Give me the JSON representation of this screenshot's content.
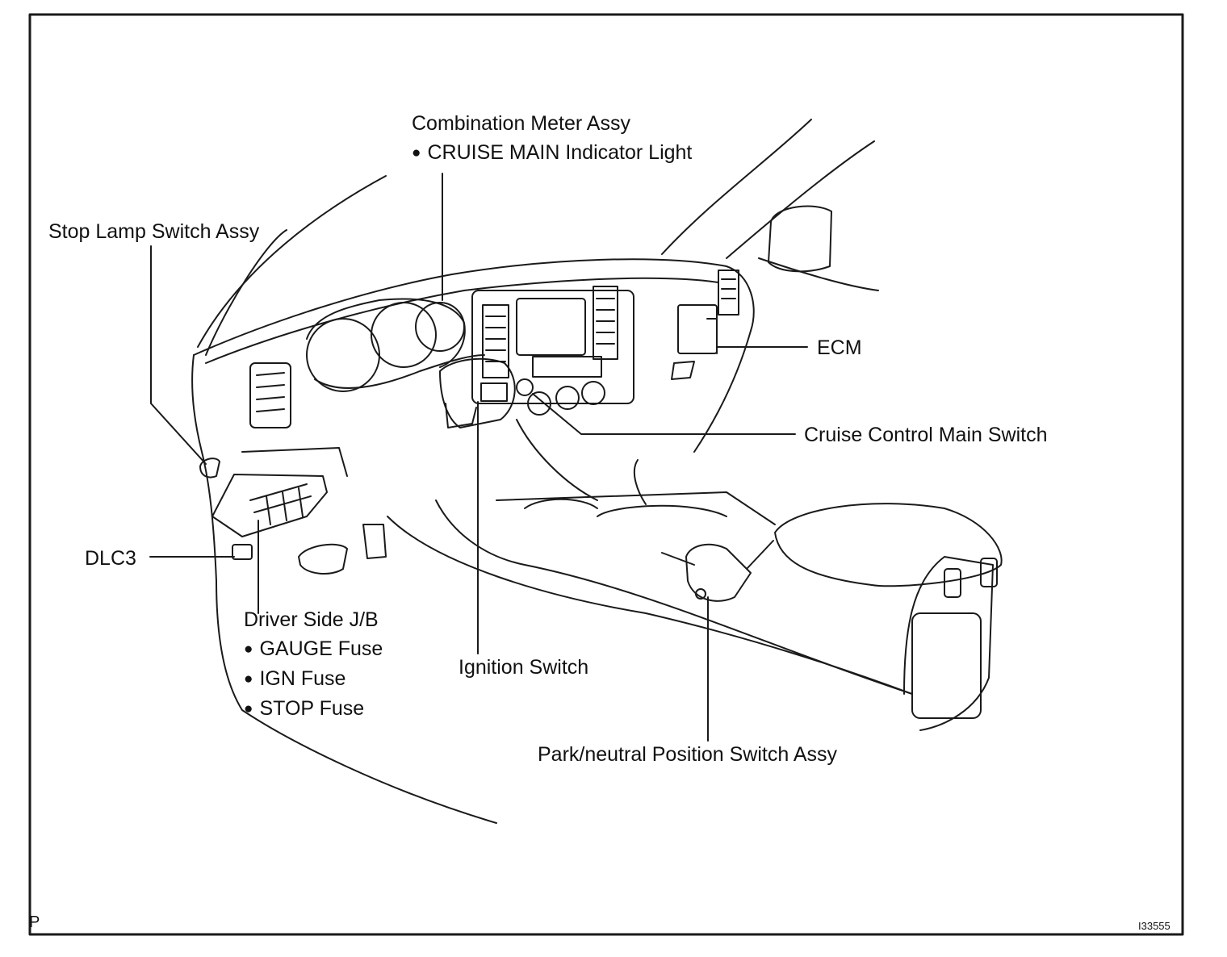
{
  "labels": {
    "combination_meter": "Combination Meter Assy",
    "cruise_main_light": "CRUISE MAIN Indicator Light",
    "stop_lamp_switch": "Stop Lamp Switch Assy",
    "ecm": "ECM",
    "cruise_main_switch": "Cruise Control Main Switch",
    "dlc3": "DLC3",
    "driver_jb": "Driver Side J/B",
    "gauge_fuse": "GAUGE Fuse",
    "ign_fuse": "IGN Fuse",
    "stop_fuse": "STOP Fuse",
    "ignition_switch": "Ignition Switch",
    "pn_switch": "Park/neutral Position Switch Assy"
  },
  "corner_mark": "P",
  "figure_code": "I33555"
}
